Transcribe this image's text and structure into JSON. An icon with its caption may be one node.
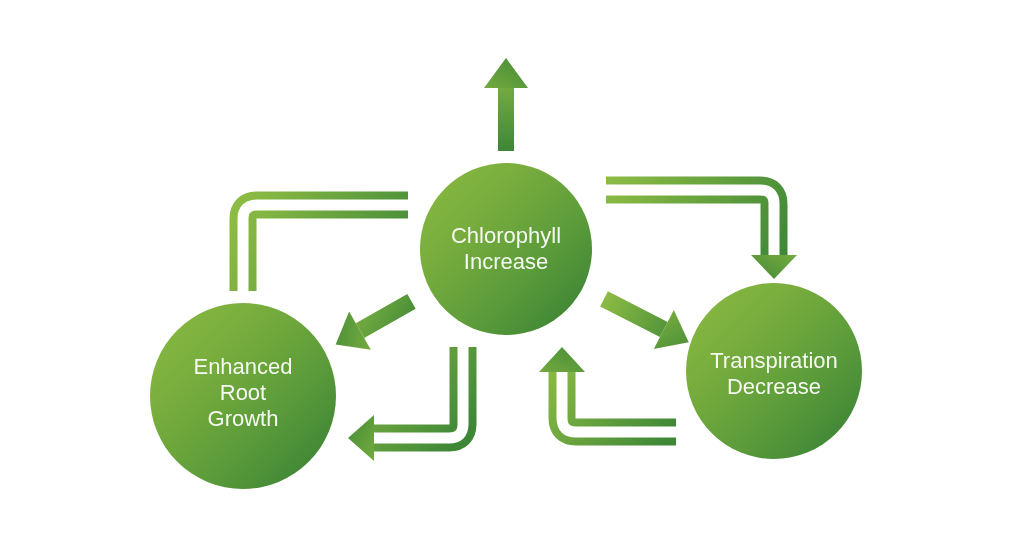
{
  "diagram": {
    "nodes": [
      {
        "text": [
          "Chlorophyll Increase"
        ]
      },
      {
        "text": [
          "Enhanced Root Growth"
        ]
      },
      {
        "text": [
          "Transpiration Decrease"
        ]
      }
    ],
    "edges": [
      {
        "from": 0,
        "to": null,
        "arrow": "to"
      },
      {
        "from": 0,
        "to": 1,
        "arrow": "to"
      },
      {
        "from": 0,
        "to": 2,
        "arrow": "to"
      },
      {
        "from": 0,
        "to": 2,
        "arrow": "to"
      },
      {
        "from": 2,
        "to": 0,
        "arrow": "to"
      },
      {
        "from": 0,
        "to": 1,
        "arrow": "to"
      },
      {
        "from": 1,
        "to": 0,
        "arrow": "none"
      }
    ]
  }
}
